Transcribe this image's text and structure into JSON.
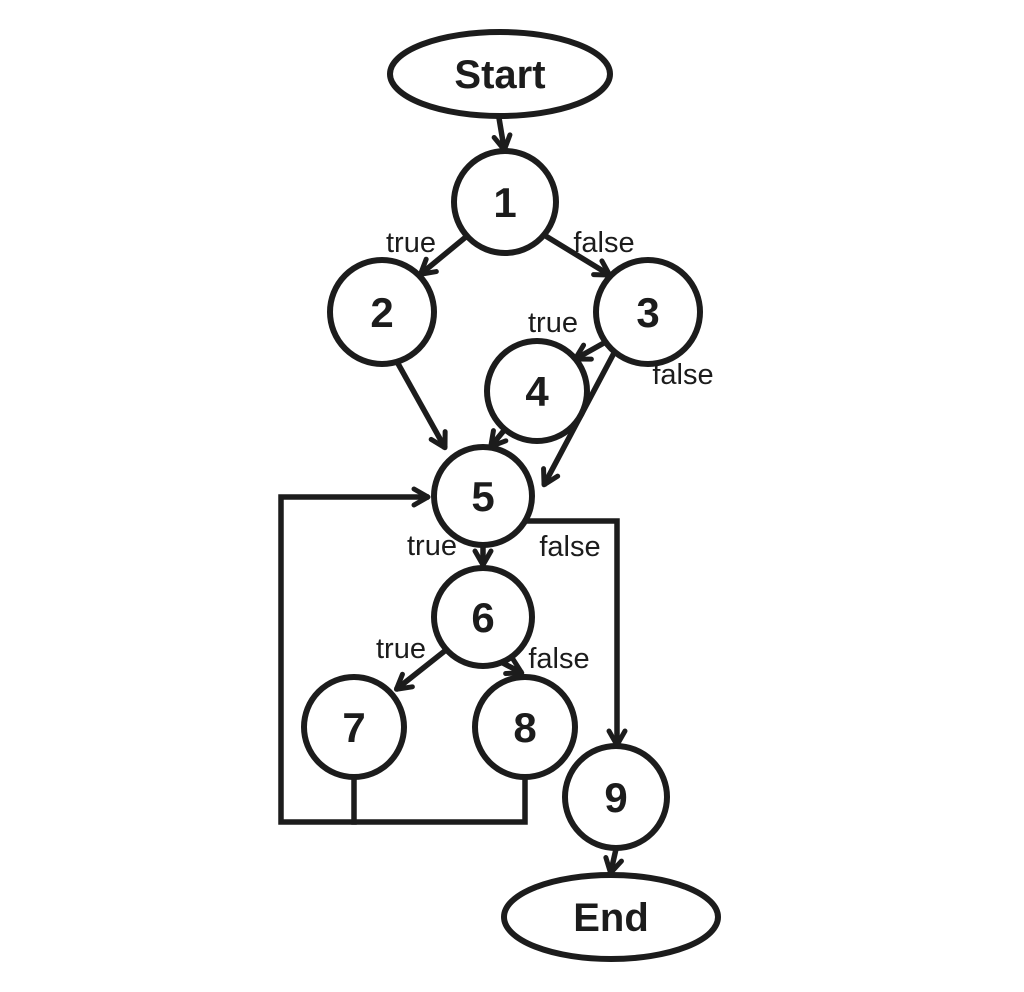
{
  "diagram": {
    "type": "control-flow-graph",
    "colors": {
      "line": "#1c1c1c",
      "node_fill": "#ffffff",
      "background": "#ffffff"
    },
    "nodes": {
      "start": {
        "label": "Start",
        "shape": "ellipse"
      },
      "n1": {
        "label": "1",
        "shape": "circle"
      },
      "n2": {
        "label": "2",
        "shape": "circle"
      },
      "n3": {
        "label": "3",
        "shape": "circle"
      },
      "n4": {
        "label": "4",
        "shape": "circle"
      },
      "n5": {
        "label": "5",
        "shape": "circle"
      },
      "n6": {
        "label": "6",
        "shape": "circle"
      },
      "n7": {
        "label": "7",
        "shape": "circle"
      },
      "n8": {
        "label": "8",
        "shape": "circle"
      },
      "n9": {
        "label": "9",
        "shape": "circle"
      },
      "end": {
        "label": "End",
        "shape": "ellipse"
      }
    },
    "edges": [
      {
        "from": "Start",
        "to": "1",
        "label": ""
      },
      {
        "from": "1",
        "to": "2",
        "label": "true"
      },
      {
        "from": "1",
        "to": "3",
        "label": "false"
      },
      {
        "from": "3",
        "to": "4",
        "label": "true"
      },
      {
        "from": "3",
        "to": "5",
        "label": "false"
      },
      {
        "from": "2",
        "to": "5",
        "label": ""
      },
      {
        "from": "4",
        "to": "5",
        "label": ""
      },
      {
        "from": "5",
        "to": "6",
        "label": "true"
      },
      {
        "from": "5",
        "to": "9",
        "label": "false"
      },
      {
        "from": "6",
        "to": "7",
        "label": "true"
      },
      {
        "from": "6",
        "to": "8",
        "label": "false"
      },
      {
        "from": "7",
        "to": "5",
        "label": ""
      },
      {
        "from": "8",
        "to": "5",
        "label": ""
      },
      {
        "from": "9",
        "to": "End",
        "label": ""
      }
    ]
  }
}
